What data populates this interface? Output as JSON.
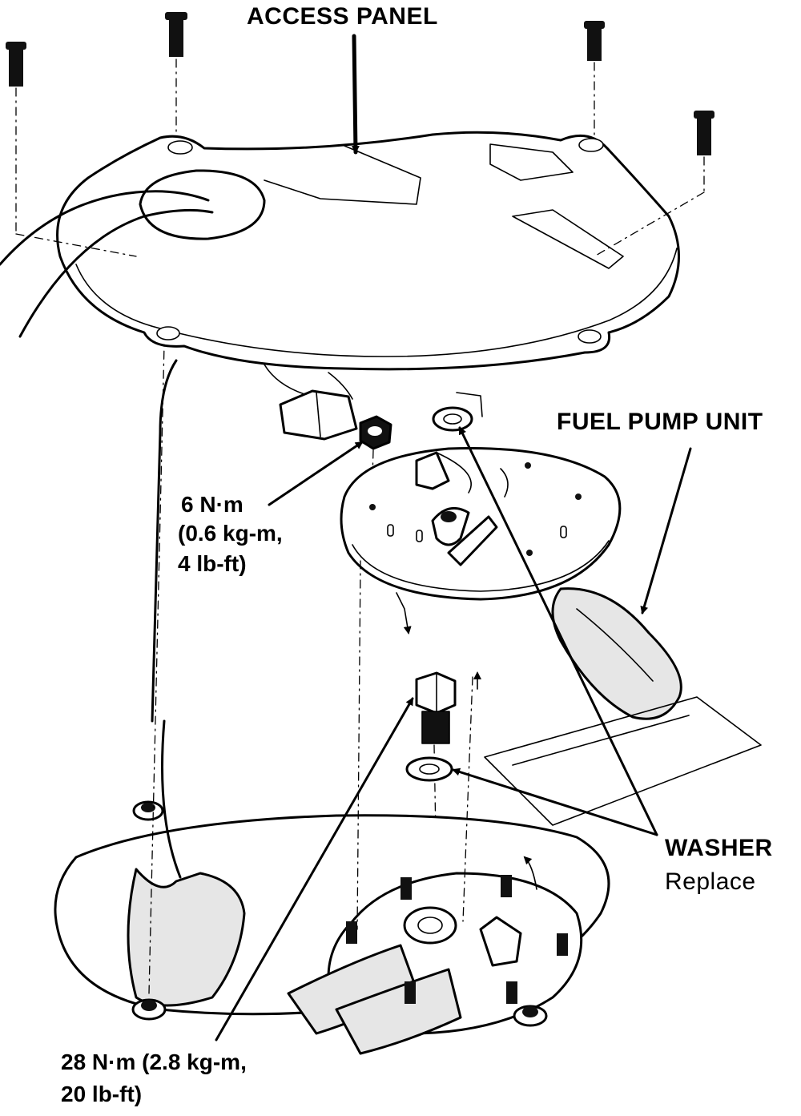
{
  "labels": {
    "access_panel": "ACCESS PANEL",
    "fuel_pump_unit": "FUEL PUMP UNIT",
    "washer": "WASHER",
    "washer_note": "Replace",
    "torque_small_line1": "6 N·m",
    "torque_small_line2": "(0.6 kg-m,",
    "torque_small_line3": "4 lb-ft)",
    "torque_large_line1": "28 N·m (2.8 kg-m,",
    "torque_large_line2": "20 lb-ft)"
  }
}
